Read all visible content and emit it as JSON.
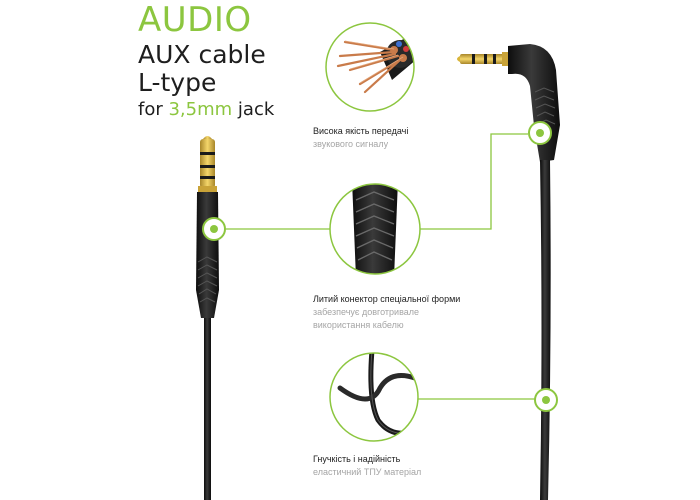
{
  "header": {
    "brand": "AUDIO",
    "line1": "AUX cable",
    "line2": "L-type",
    "line3_prefix": "for ",
    "line3_highlight": "3,5mm",
    "line3_suffix": " jack"
  },
  "features": [
    {
      "title": "Висока якість передачі",
      "subtitle": "звукового сигналу"
    },
    {
      "title": "Литий конектор спеціальної форми",
      "subtitle_1": "забезпечує довготривале",
      "subtitle_2": "використання кабелю"
    },
    {
      "title": "Гнучкість і  надійність",
      "subtitle": "еластичний ТПУ матеріал"
    }
  ],
  "colors": {
    "accent": "#8cc63f",
    "cable": "#1b1b1b",
    "gold": "#d9b53a",
    "copper": "#c97b4a"
  }
}
